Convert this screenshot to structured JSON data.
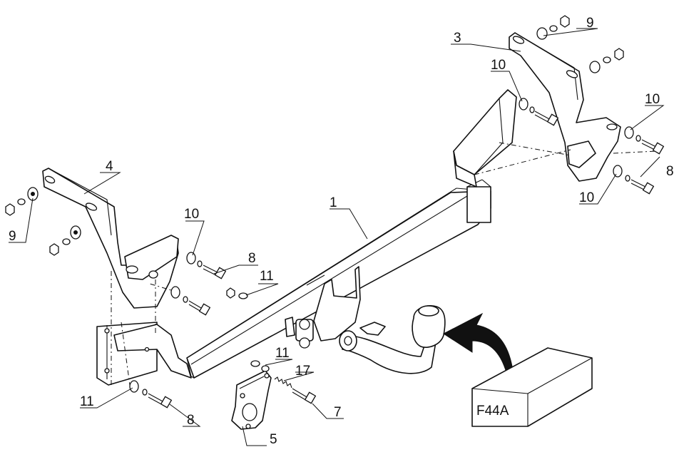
{
  "diagram": {
    "box_label": "F44A",
    "callouts": {
      "c1": "1",
      "c3": "3",
      "c4": "4",
      "c5": "5",
      "c7": "7",
      "c8_a": "8",
      "c8_b": "8",
      "c8_c": "8",
      "c9_a": "9",
      "c9_b": "9",
      "c10_a": "10",
      "c10_b": "10",
      "c10_c": "10",
      "c10_d": "10",
      "c11_a": "11",
      "c11_b": "11",
      "c11_c": "11",
      "c17": "17"
    }
  },
  "colors": {
    "line": "#111111",
    "background": "#ffffff"
  }
}
